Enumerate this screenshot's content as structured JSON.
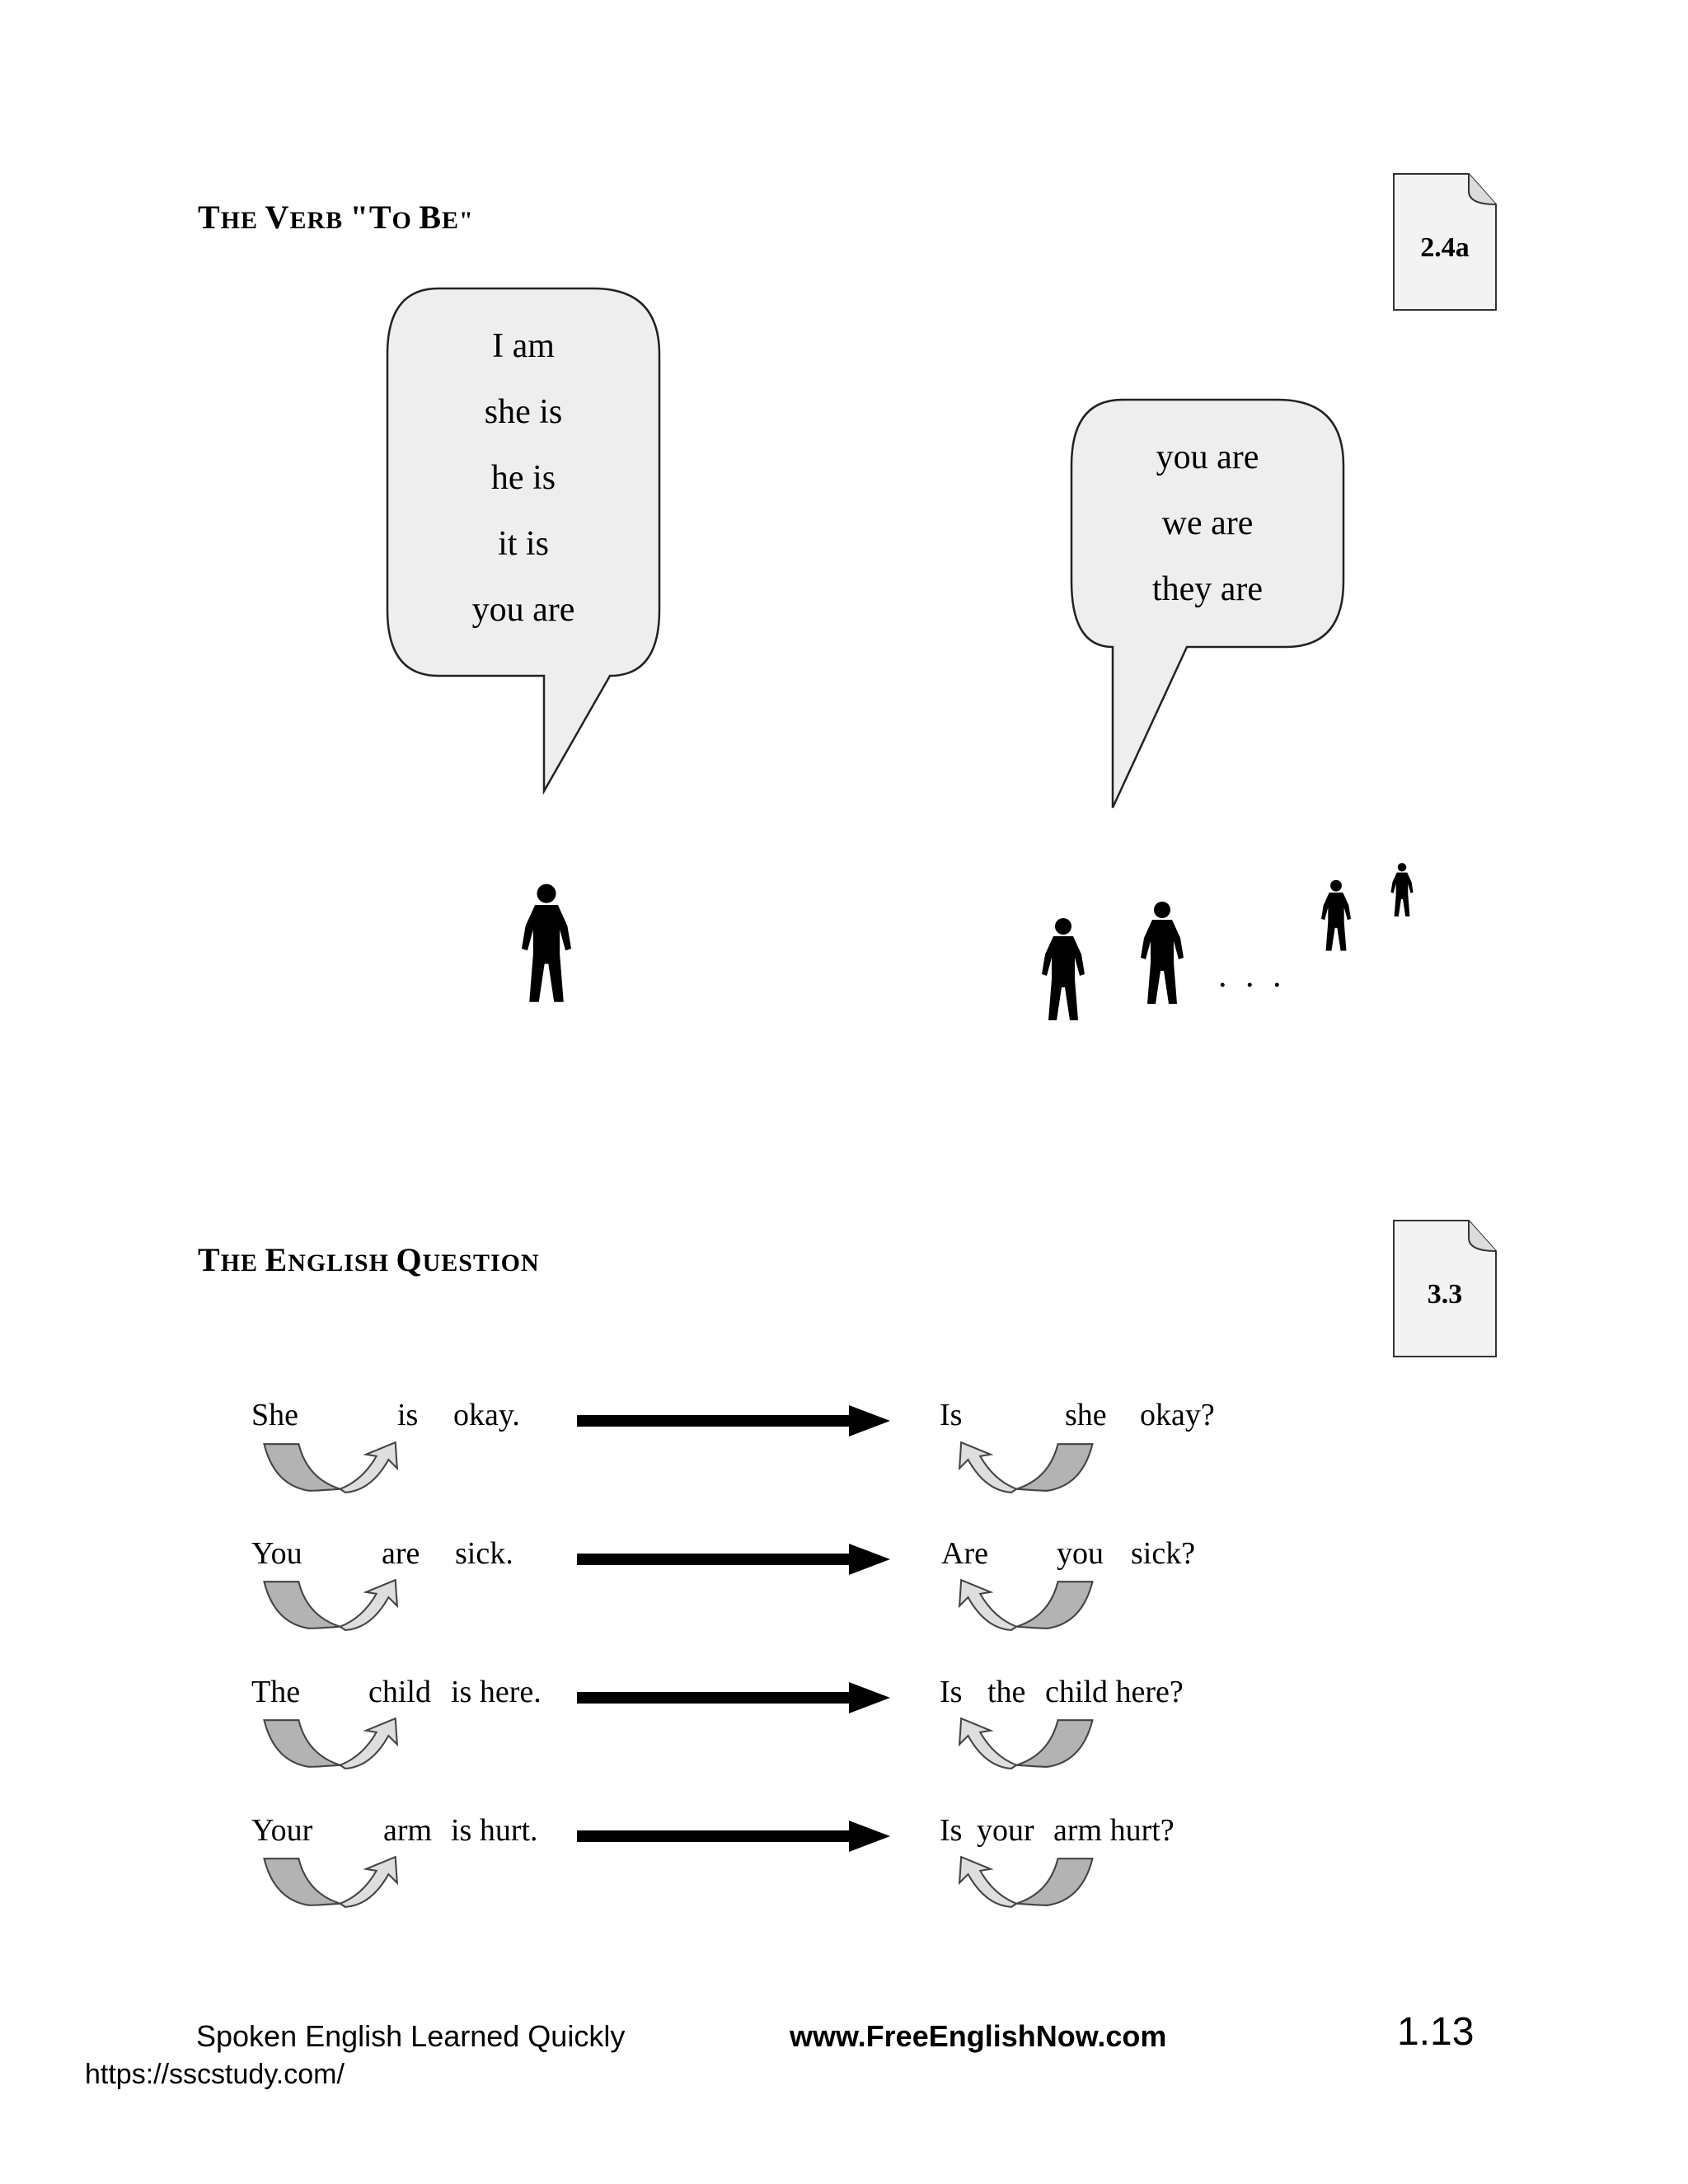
{
  "section1": {
    "title_parts": [
      "T",
      "HE ",
      "V",
      "ERB ",
      "\"T",
      "O ",
      "B",
      "E\""
    ],
    "badge": "2.4a",
    "bubble_singular": [
      "I am",
      "she is",
      "he is",
      "it is",
      "you are"
    ],
    "bubble_plural": [
      "you are",
      "we are",
      "they are"
    ],
    "ellipsis": ". . ."
  },
  "section2": {
    "title_parts": [
      "T",
      "HE ",
      "E",
      "NGLISH ",
      "Q",
      "UESTION"
    ],
    "badge": "3.3",
    "rows": [
      {
        "left": [
          "She",
          "is",
          "okay."
        ],
        "right": [
          "Is",
          "she",
          "okay?"
        ]
      },
      {
        "left": [
          "You",
          "are",
          "sick."
        ],
        "right": [
          "Are",
          "you",
          "sick?"
        ]
      },
      {
        "left": [
          "The",
          "child",
          "is here."
        ],
        "right": [
          "Is",
          "the",
          "child here?"
        ]
      },
      {
        "left": [
          "Your",
          "arm",
          "is hurt."
        ],
        "right": [
          "Is",
          "your",
          "arm hurt?"
        ]
      }
    ]
  },
  "footer": {
    "book_title": "Spoken English Learned Quickly",
    "website": "www.FreeEnglishNow.com",
    "page_number": "1.13",
    "source_url": "https://sscstudy.com/"
  },
  "colors": {
    "bubble_fill": "#eeeeee",
    "arrow_dark": "#b3b3b3",
    "arrow_light": "#dedede"
  }
}
